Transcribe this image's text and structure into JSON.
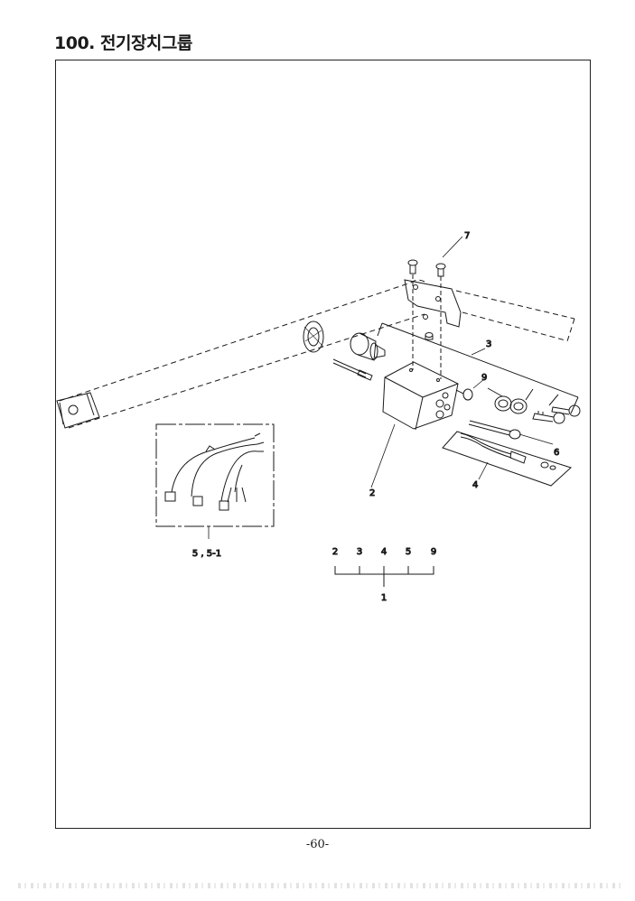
{
  "page": {
    "title": "100. 전기장치그룹",
    "page_number": "-60-"
  },
  "callouts": {
    "c7": "7",
    "c3": "3",
    "c9": "9",
    "c6": "6",
    "c4": "4",
    "c2": "2",
    "c5": "5 , 5-1"
  },
  "assembly_index": {
    "items": [
      "2",
      "3",
      "4",
      "5",
      "9"
    ],
    "total": "1"
  }
}
